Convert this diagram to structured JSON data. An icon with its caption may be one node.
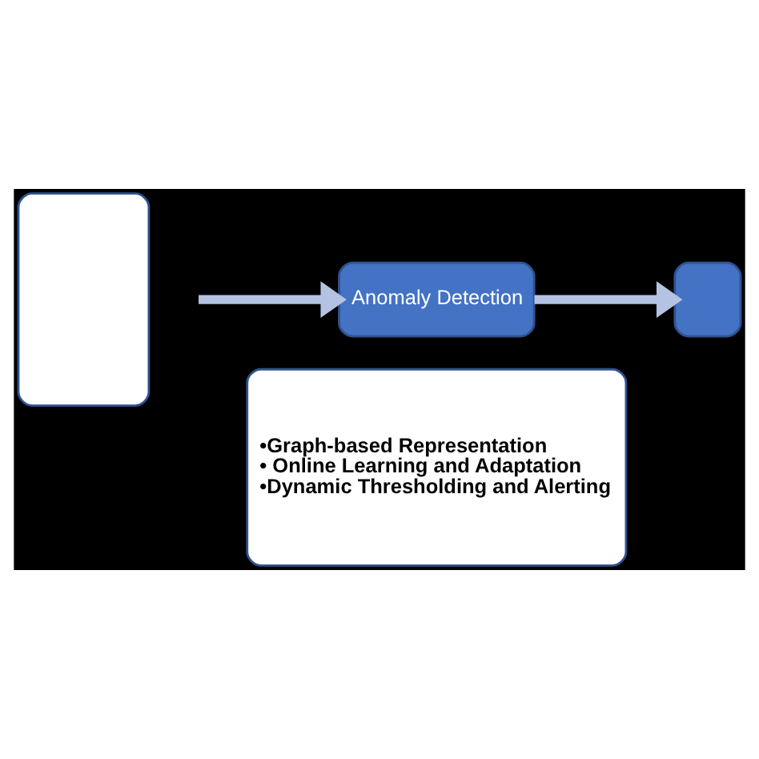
{
  "diagram": {
    "nodes": [
      {
        "text": [],
        "shape": "box"
      },
      {
        "text": [
          "Anomaly Detection"
        ]
      },
      {
        "text": [
          "•Graph-based Representation",
          "• Online Learning and Adaptation",
          "•Dynamic Thresholding and Alerting"
        ]
      },
      {
        "text": [],
        "shape": "box"
      }
    ],
    "edges": [
      {
        "from": null,
        "to": 1,
        "arrow": "to"
      },
      {
        "from": 1,
        "to": 3,
        "arrow": "to"
      }
    ]
  }
}
